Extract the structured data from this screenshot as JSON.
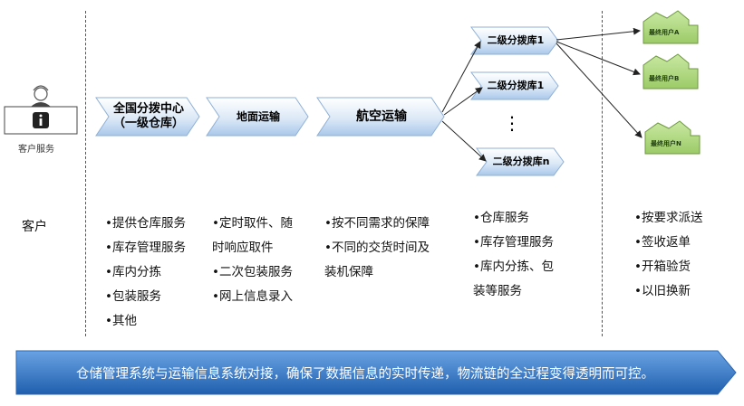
{
  "customer_service": {
    "caption": "客户服务",
    "info_badge": "i"
  },
  "flow": {
    "hub_line1": "全国分拨中心",
    "hub_line2": "（一级仓库）",
    "ground": "地面运输",
    "air": "航空运输",
    "secondary_1a": "二级分拨库1",
    "secondary_1b": "二级分拨库1",
    "secondary_n": "二级分拨库n",
    "ellipsis": "⋮"
  },
  "end_users": [
    {
      "label": "最终用户A"
    },
    {
      "label": "最终用户B"
    },
    {
      "label": "最终用户N"
    }
  ],
  "columns": {
    "customer": "客户",
    "hub_services": [
      "•提供仓库服务",
      "•库存管理服务",
      "•库内分拣",
      "•包装服务",
      "•其他"
    ],
    "ground_services": [
      "•定时取件、随",
      "时响应取件",
      "•二次包装服务",
      "•网上信息录入"
    ],
    "air_services": [
      "•按不同需求的保障",
      "•不同的交货时间及",
      "装机保障"
    ],
    "secondary_services": [
      "•仓库服务",
      "•库存管理服务",
      "•库内分拣、包",
      "装等服务"
    ],
    "user_services": [
      "•按要求派送",
      "•签收返单",
      "•开箱验货",
      "•以旧换新"
    ]
  },
  "banner": {
    "text": "仓储管理系统与运输信息系统对接，确保了数据信息的实时传递，物流链的全过程变得透明而可控。"
  },
  "colors": {
    "chevron_light": "#ffffff",
    "chevron_dark": "#b9d3ee",
    "chevron_border": "#8fb0d6",
    "house_fill": "#b5dc86",
    "house_border": "#6d9a3e",
    "banner_light": "#5b95d9",
    "banner_dark": "#1f5fae"
  }
}
